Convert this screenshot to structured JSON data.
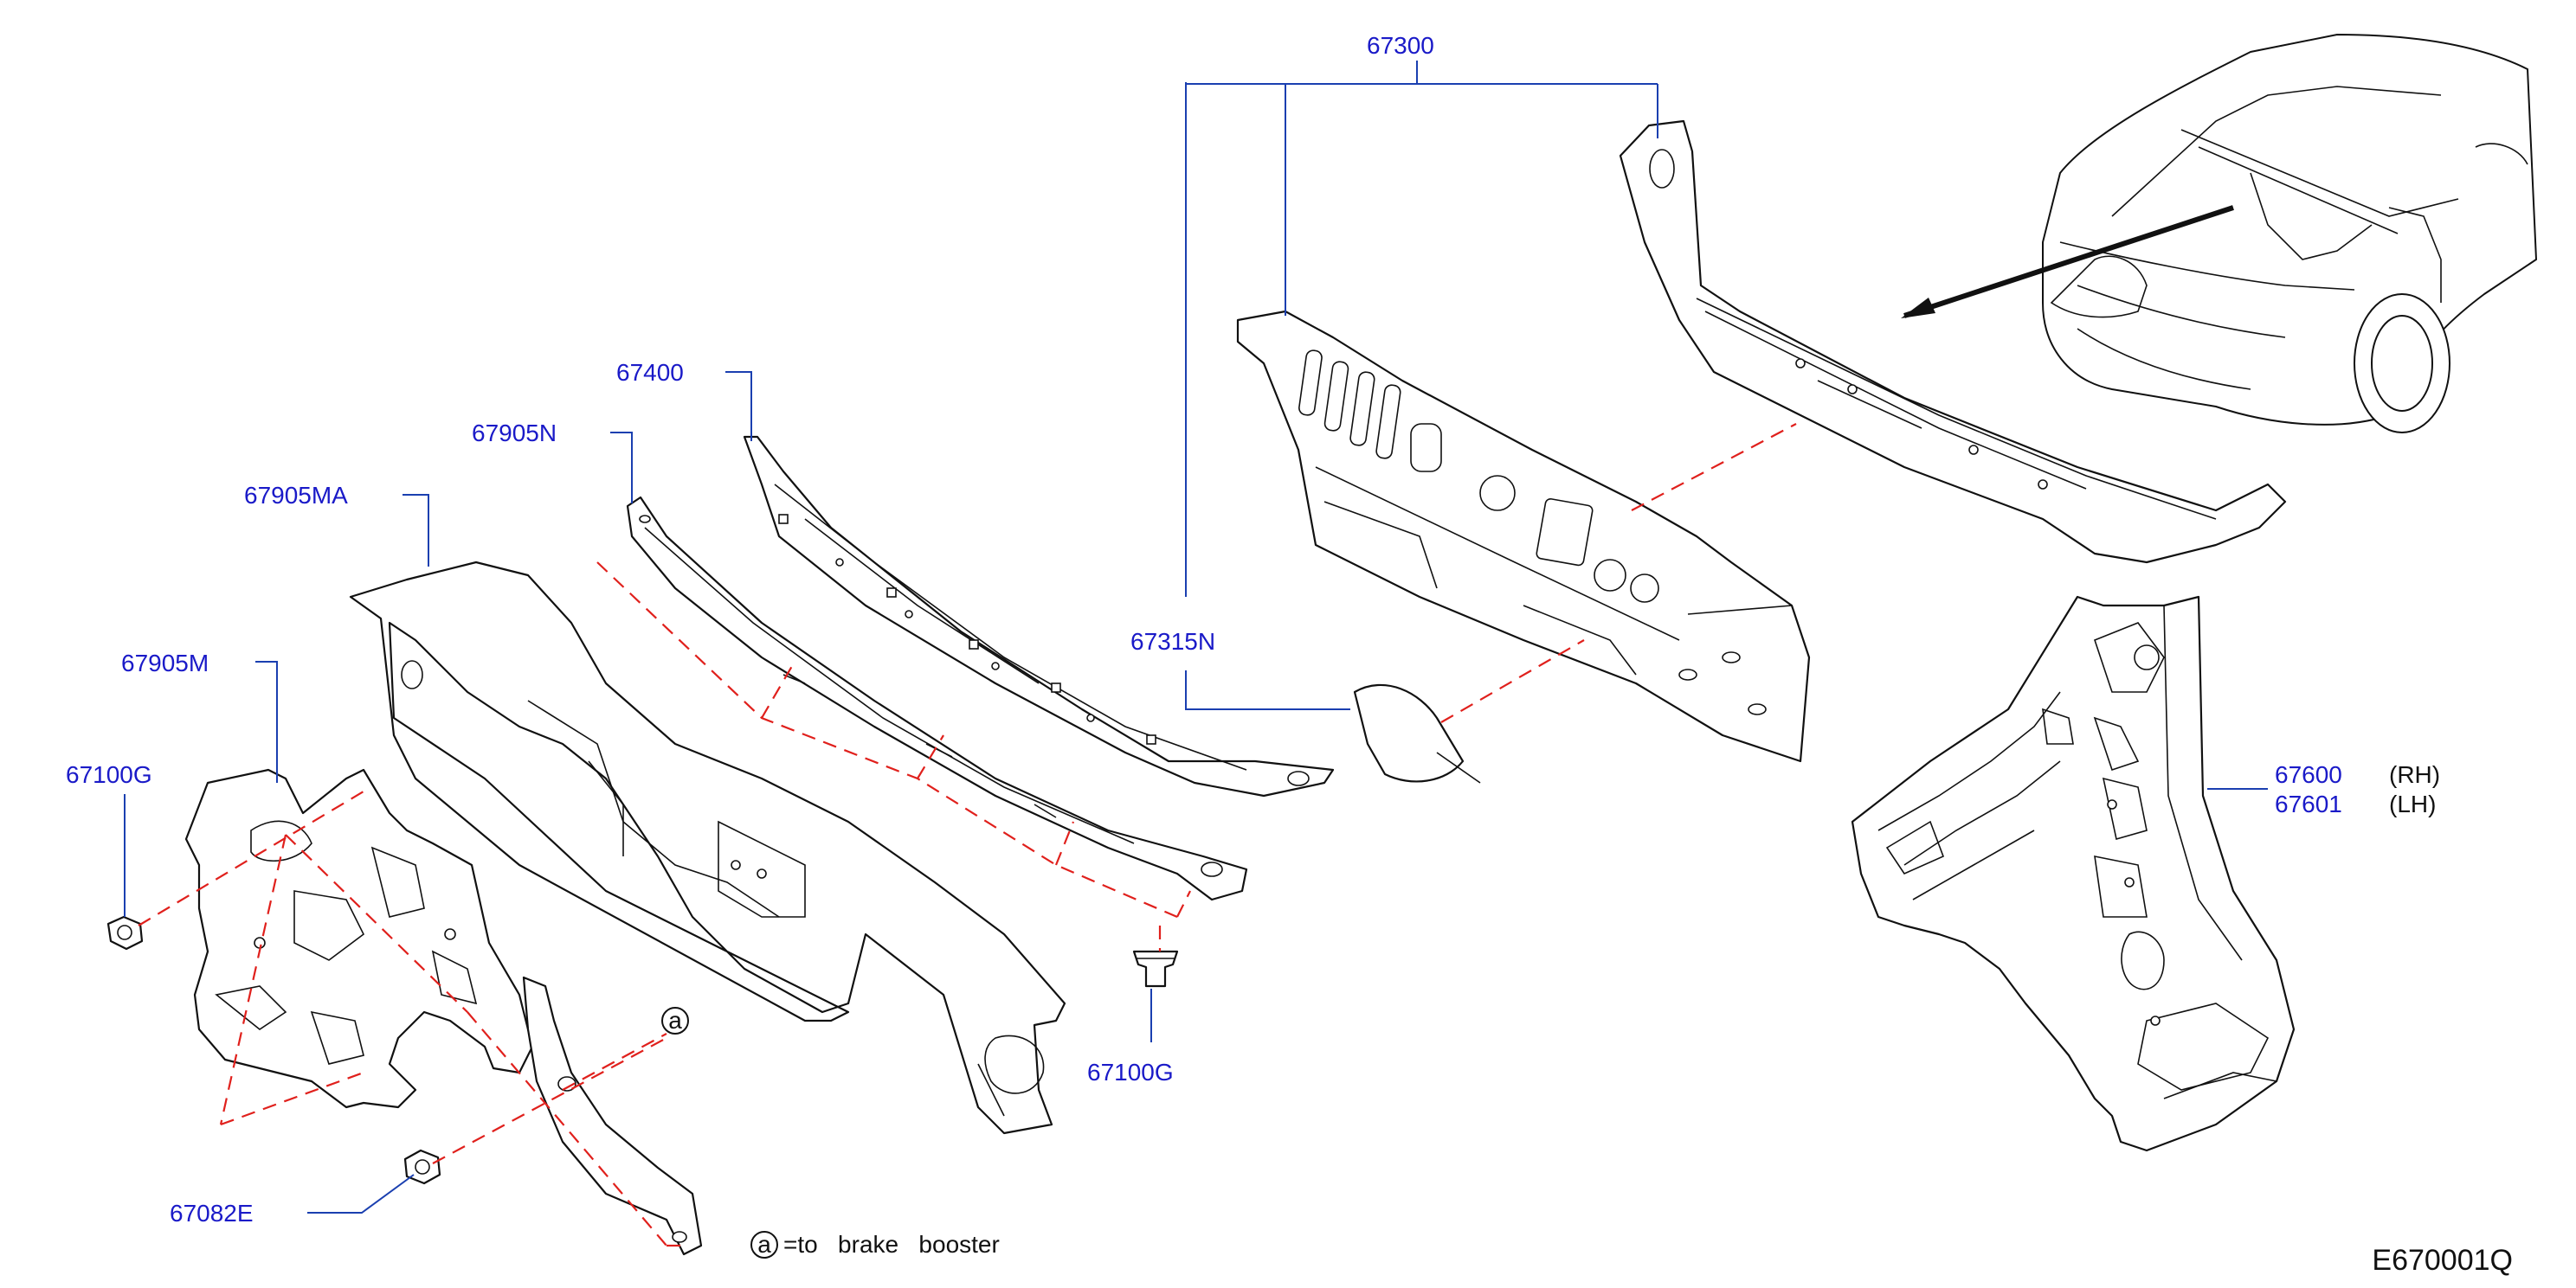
{
  "diagram": {
    "colors": {
      "part_number": "#1a1ac8",
      "leader": "#1a3fb0",
      "dashed_relation": "#e0201c",
      "outline": "#111111"
    },
    "labels": {
      "p67300": "67300",
      "p67400": "67400",
      "p67905N": "67905N",
      "p67905MA": "67905MA",
      "p67905M": "67905M",
      "p67100G_left": "67100G",
      "p67100G_center": "67100G",
      "p67315N": "67315N",
      "p67600": "67600",
      "p67601": "67601",
      "p67082E": "67082E"
    },
    "side_notes": {
      "rh": "(RH)",
      "lh": "(LH)"
    },
    "callout_letter": "a",
    "legend": {
      "letter": "a",
      "text": "=to   brake   booster"
    },
    "diagram_code": "E670001Q"
  }
}
